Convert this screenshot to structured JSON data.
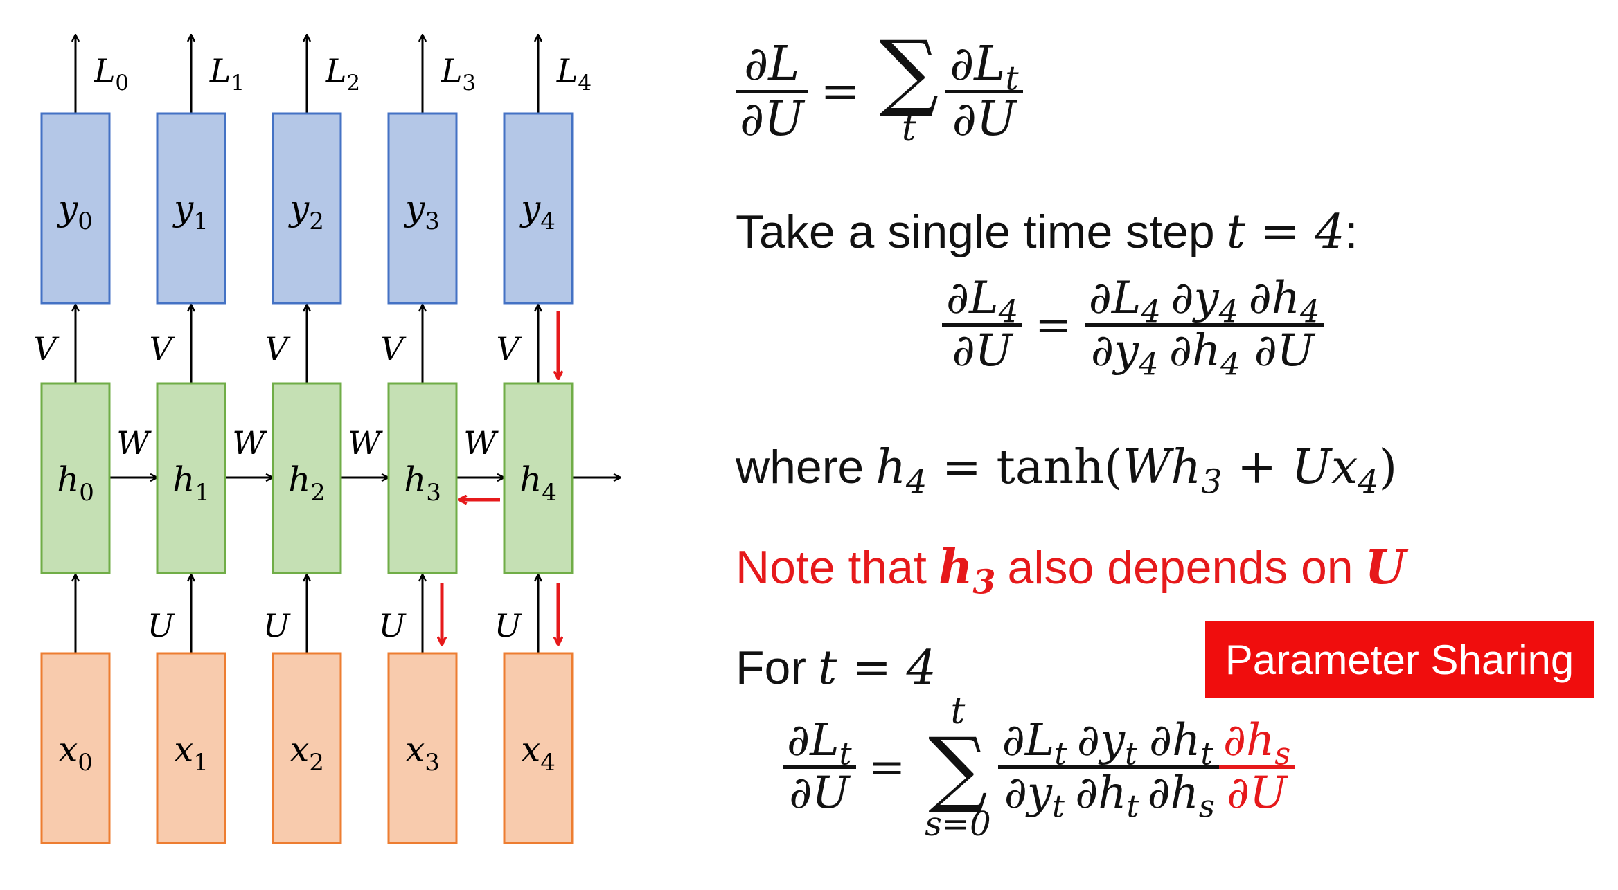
{
  "diagram": {
    "output_losses": [
      "L0",
      "L1",
      "L2",
      "L3",
      "L4"
    ],
    "outputs": [
      "y0",
      "y1",
      "y2",
      "y3",
      "y4"
    ],
    "hidden": [
      "h0",
      "h1",
      "h2",
      "h3",
      "h4"
    ],
    "inputs": [
      "x0",
      "x1",
      "x2",
      "x3",
      "x4"
    ],
    "weight_V": "V",
    "weight_W": "W",
    "weight_U": "U",
    "colors": {
      "output_fill": "#b4c7e7",
      "output_stroke": "#4472c4",
      "hidden_fill": "#c5e0b4",
      "hidden_stroke": "#70ad47",
      "input_fill": "#f8cbad",
      "input_stroke": "#ed7d31",
      "backprop_arrow": "#e6191b"
    }
  },
  "equations": {
    "total": {
      "lhs_num": "∂L",
      "lhs_den": "∂U",
      "sum_index": "t",
      "rhs_num": "∂Lt",
      "rhs_den": "∂U"
    },
    "take_text": "Take a single time step",
    "take_math": "t = 4",
    "chain": {
      "lhs_num": "∂L4",
      "lhs_den": "∂U"
    },
    "where_text": "where",
    "where_math": "h4 = tanh(Wh3 + Ux4)",
    "note_text_1": "Note that",
    "note_h": "h3",
    "note_text_2": "also depends on",
    "note_u": "U",
    "for_text": "For",
    "for_math": "t = 4",
    "sharing_sum": {
      "upper": "t",
      "lower": "s=0"
    }
  },
  "badge_label": "Parameter Sharing"
}
